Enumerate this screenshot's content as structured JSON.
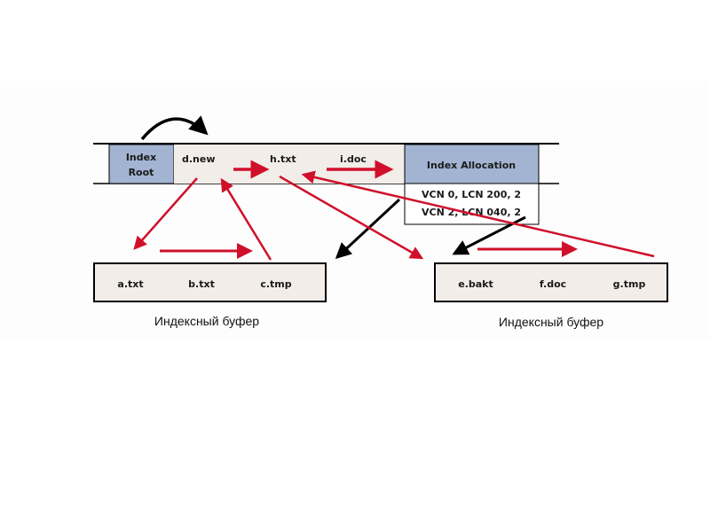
{
  "diagram": {
    "mft_record": {
      "index_root": {
        "line1": "Index",
        "line2": "Root"
      },
      "entries": [
        "d.new",
        "h.txt",
        "i.doc"
      ],
      "index_allocation": "Index Allocation",
      "runs": [
        "VCN 0, LCN 200, 2",
        "VCN 2, LCN 040, 2"
      ]
    },
    "buffers": [
      {
        "entries": [
          "a.txt",
          "b.txt",
          "c.tmp"
        ],
        "caption": "Индексный буфер"
      },
      {
        "entries": [
          "e.bakt",
          "f.doc",
          "g.tmp"
        ],
        "caption": "Индексный буфер"
      }
    ],
    "colors": {
      "index_root_fill": "#a3b4d2",
      "entries_fill": "#f2ede8",
      "red_arrow": "#d0102a",
      "black_arrow": "#000000"
    }
  }
}
